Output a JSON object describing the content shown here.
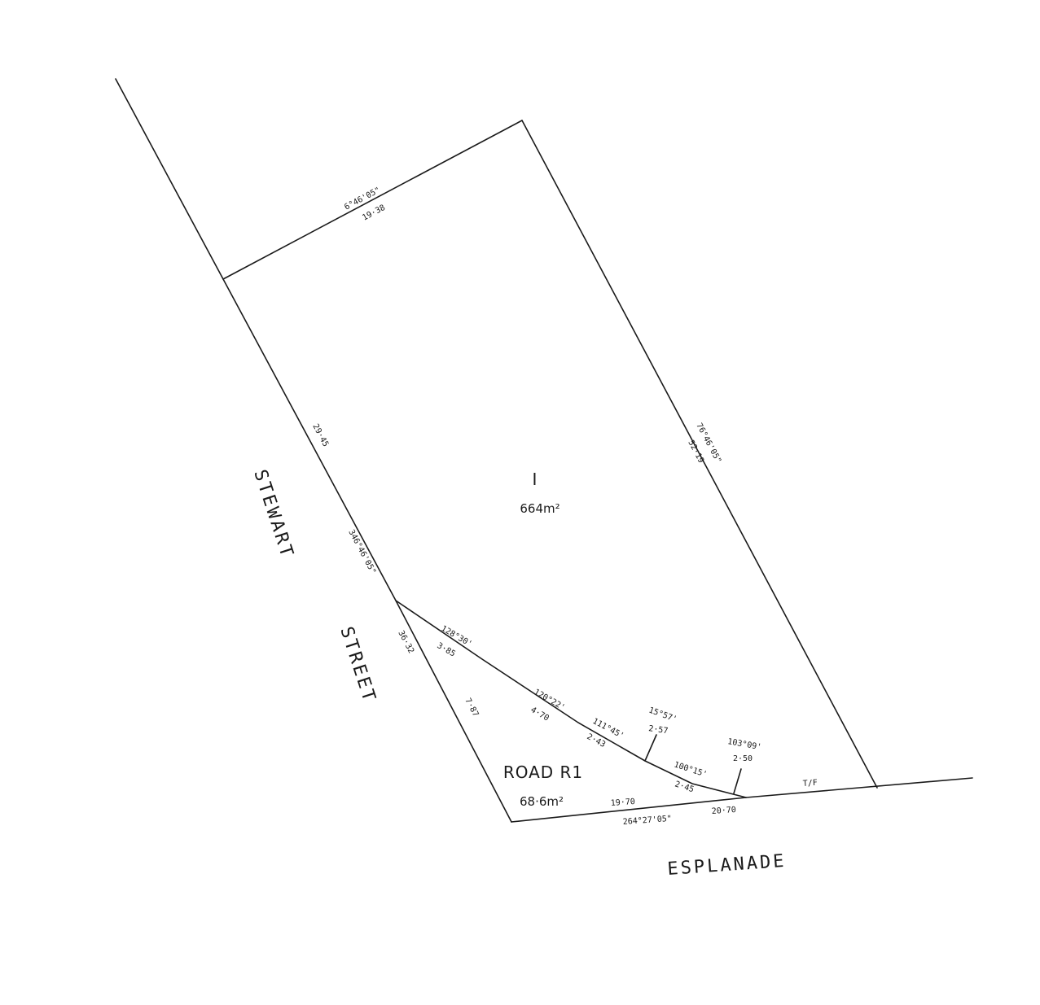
{
  "lot": {
    "number": "I",
    "area": "664m²"
  },
  "road": {
    "name": "ROAD R1",
    "area": "68·6m²"
  },
  "streets": {
    "stewart": "STEWART",
    "street": "STREET",
    "esplanade": "ESPLANADE"
  },
  "dimensions": {
    "top_bearing": "6°46'05\"",
    "top_distance": "19·38",
    "east_bearing": "76°46'05\"",
    "east_distance": "52·19",
    "west_upper": "29·45",
    "west_bearing": "346°46'05\"",
    "west_lower": "36·32",
    "road_west": "7·87",
    "arc1_bearing": "128°30'",
    "arc1_distance": "3·85",
    "arc2_bearing": "120°22'",
    "arc2_distance": "4·70",
    "arc3_bearing": "111°45'",
    "arc3_distance": "2·43",
    "arc3_leader_bearing": "15°57'",
    "arc3_leader_distance": "2·57",
    "arc4_bearing": "100°15'",
    "arc4_distance": "2·45",
    "arc4_leader_bearing": "103°09'",
    "arc4_leader_distance": "2·50",
    "south_distance": "19·70",
    "south_bearing": "264°27'05\"",
    "south_right": "20·70",
    "south_east": "T/F"
  }
}
